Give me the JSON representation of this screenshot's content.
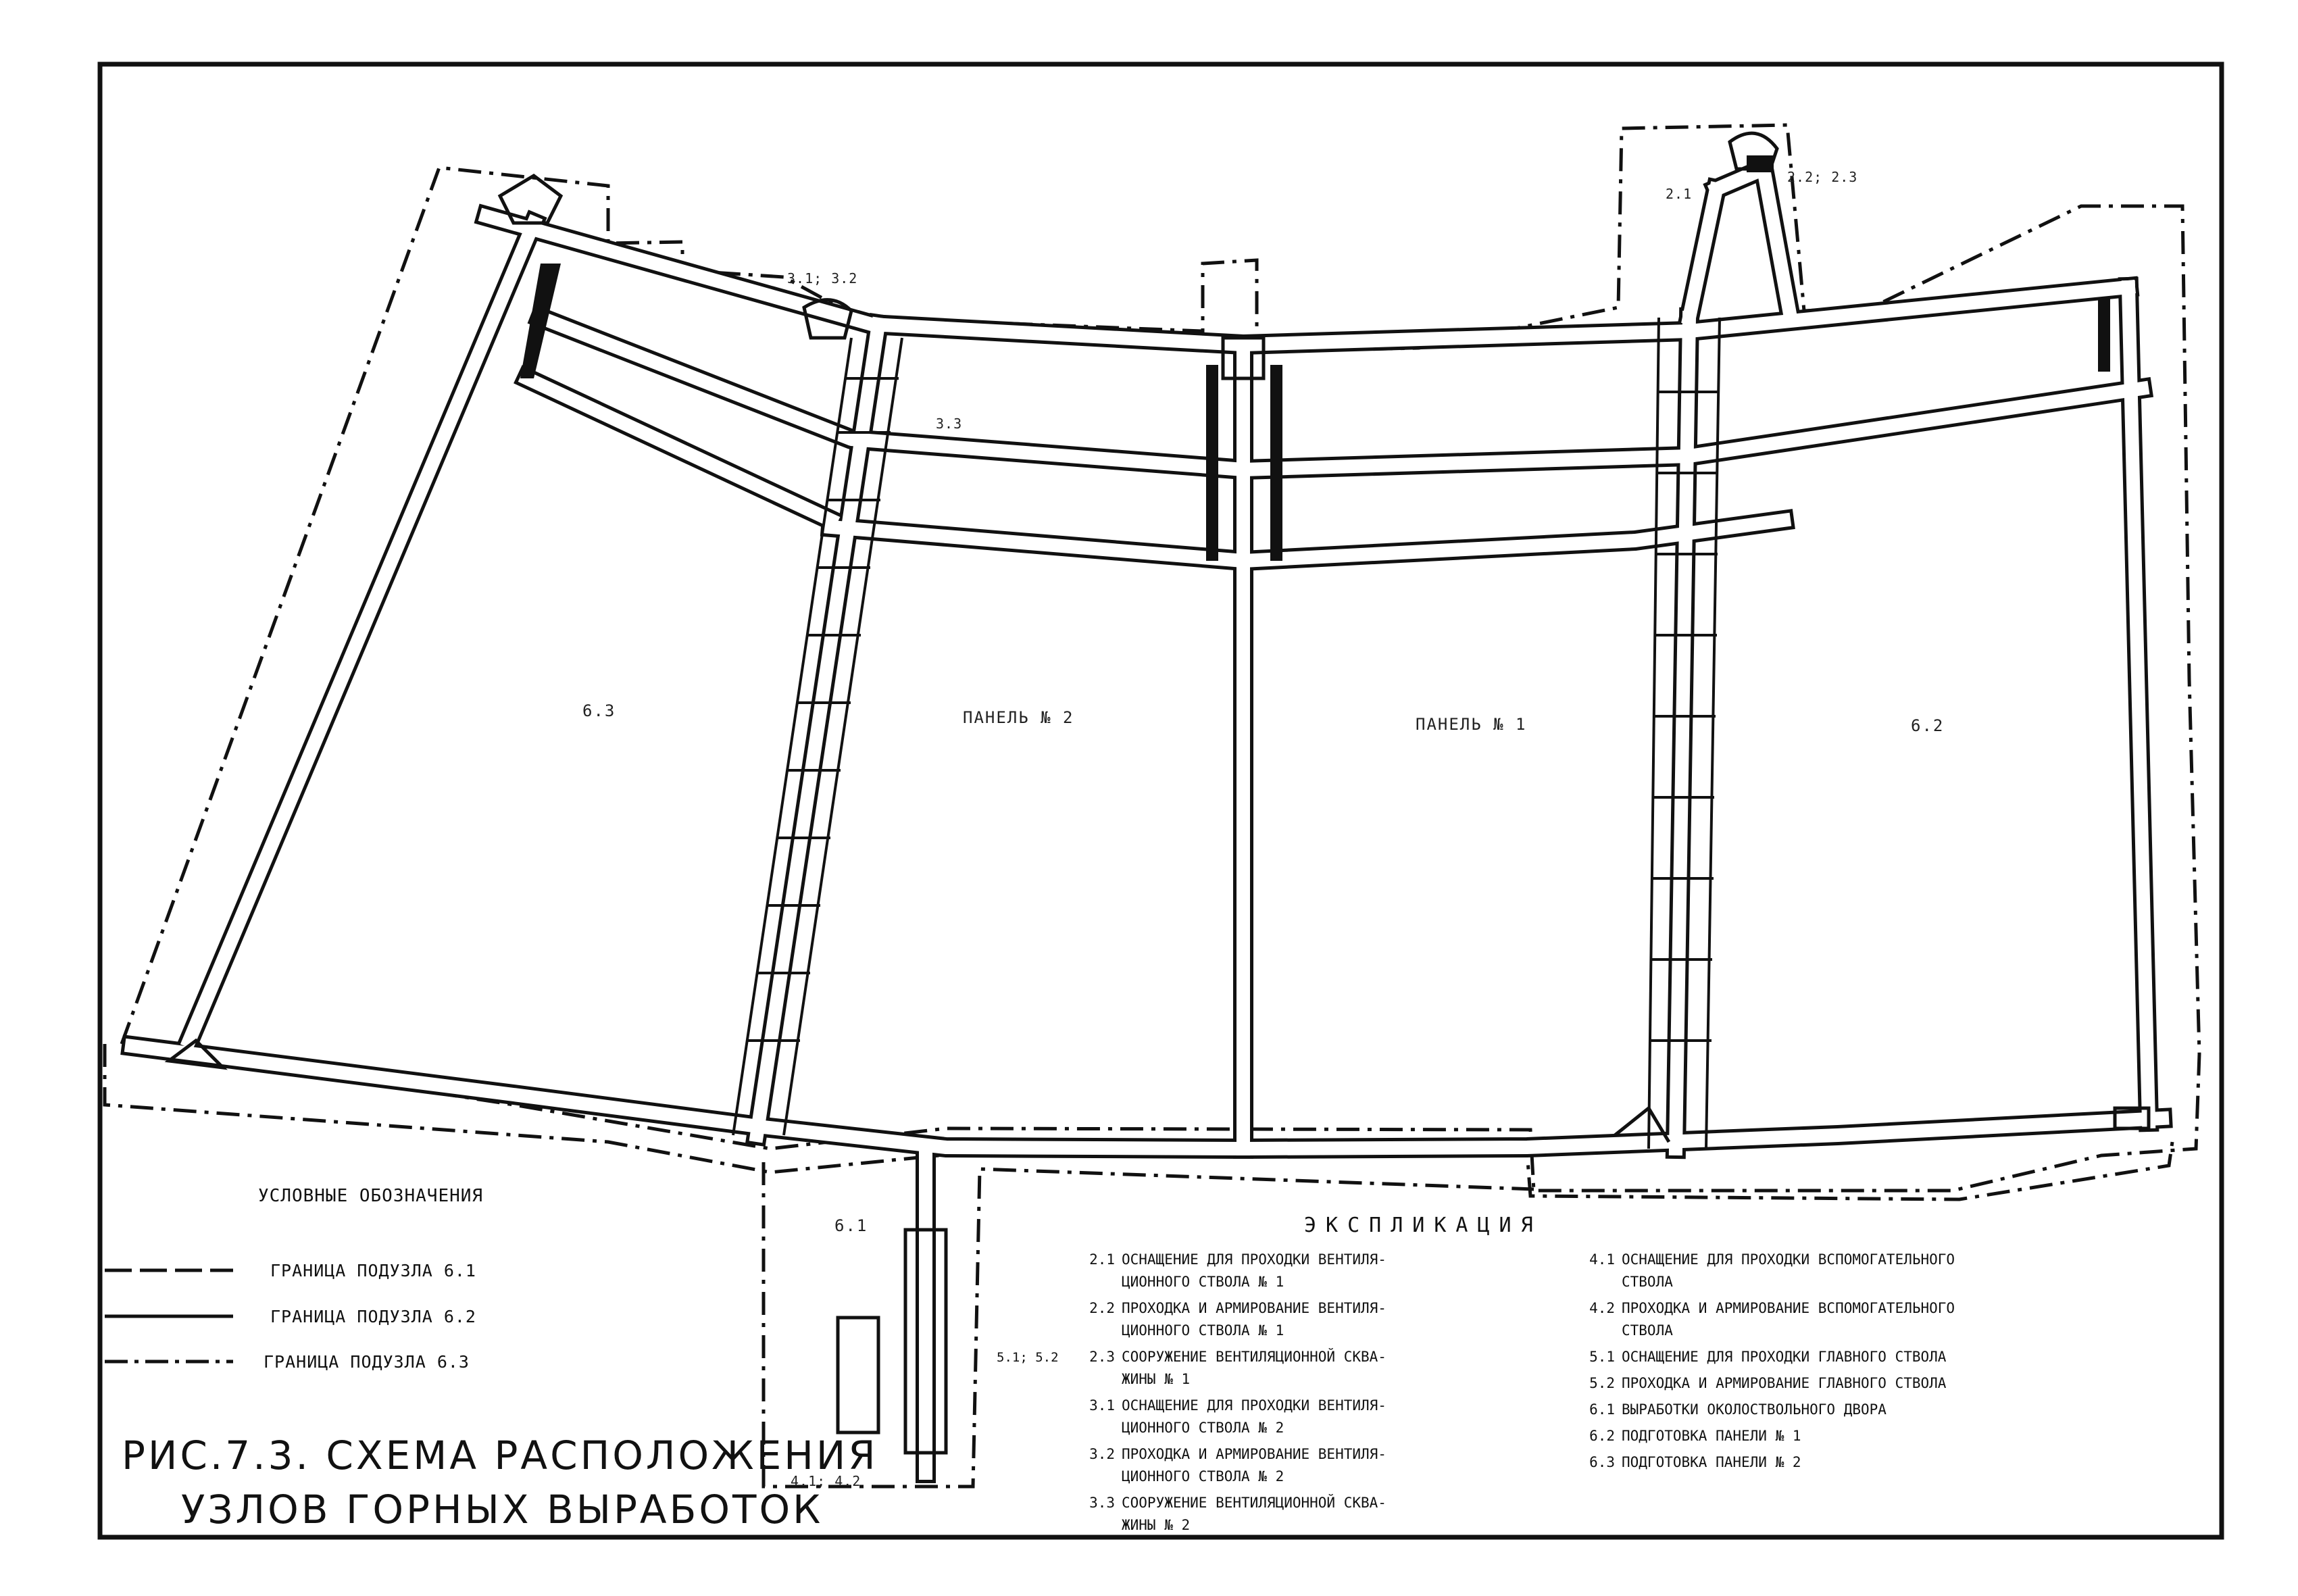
{
  "zones": {
    "left_63": "6.3",
    "panel2": "ПАНЕЛЬ № 2",
    "panel1": "ПАНЕЛЬ № 1",
    "right_62": "6.2",
    "bottom_61": "6.1"
  },
  "node_labels": {
    "n31_32": "3.1; 3.2",
    "n33": "3.3",
    "n21": "2.1",
    "n22_23": "2.2; 2.3",
    "n41_42": "4.1; 4.2",
    "n51_52": "5.1; 5.2"
  },
  "legend": {
    "title": "УСЛОВНЫЕ ОБОЗНАЧЕНИЯ",
    "items": [
      {
        "label": "ГРАНИЦА ПОДУЗЛА 6.1"
      },
      {
        "label": "ГРАНИЦА ПОДУЗЛА 6.2"
      },
      {
        "label": "ГРАНИЦА ПОДУЗЛА 6.3"
      }
    ]
  },
  "caption": {
    "line1": "РИС.7.3. СХЕМА РАСПОЛОЖЕНИЯ",
    "line2": "УЗЛОВ ГОРНЫХ ВЫРАБОТОК"
  },
  "explication": {
    "title": "ЭКСПЛИКАЦИЯ",
    "left": [
      {
        "code": "2.1",
        "text": "ОСНАЩЕНИЕ ДЛЯ ПРОХОДКИ ВЕНТИЛЯ-\nЦИОННОГО СТВОЛА № 1"
      },
      {
        "code": "2.2",
        "text": "ПРОХОДКА И АРМИРОВАНИЕ ВЕНТИЛЯ-\nЦИОННОГО СТВОЛА № 1"
      },
      {
        "code": "2.3",
        "text": "СООРУЖЕНИЕ ВЕНТИЛЯЦИОННОЙ СКВА-\nЖИНЫ № 1"
      },
      {
        "code": "3.1",
        "text": "ОСНАЩЕНИЕ ДЛЯ ПРОХОДКИ ВЕНТИЛЯ-\nЦИОННОГО СТВОЛА № 2"
      },
      {
        "code": "3.2",
        "text": "ПРОХОДКА И АРМИРОВАНИЕ ВЕНТИЛЯ-\nЦИОННОГО СТВОЛА № 2"
      },
      {
        "code": "3.3",
        "text": "СООРУЖЕНИЕ ВЕНТИЛЯЦИОННОЙ СКВА-\nЖИНЫ № 2"
      }
    ],
    "right": [
      {
        "code": "4.1",
        "text": "ОСНАЩЕНИЕ ДЛЯ ПРОХОДКИ ВСПОМОГАТЕЛЬНОГО\nСТВОЛА"
      },
      {
        "code": "4.2",
        "text": "ПРОХОДКА И АРМИРОВАНИЕ ВСПОМОГАТЕЛЬНОГО\nСТВОЛА"
      },
      {
        "code": "5.1",
        "text": "ОСНАЩЕНИЕ ДЛЯ ПРОХОДКИ ГЛАВНОГО СТВОЛА"
      },
      {
        "code": "5.2",
        "text": "ПРОХОДКА И АРМИРОВАНИЕ ГЛАВНОГО СТВОЛА"
      },
      {
        "code": "6.1",
        "text": "ВЫРАБОТКИ ОКОЛОСТВОЛЬНОГО ДВОРА"
      },
      {
        "code": "6.2",
        "text": "ПОДГОТОВКА ПАНЕЛИ № 1"
      },
      {
        "code": "6.3",
        "text": "ПОДГОТОВКА ПАНЕЛИ № 2"
      }
    ]
  },
  "colors": {
    "ink": "#111111",
    "paper": "#ffffff"
  }
}
